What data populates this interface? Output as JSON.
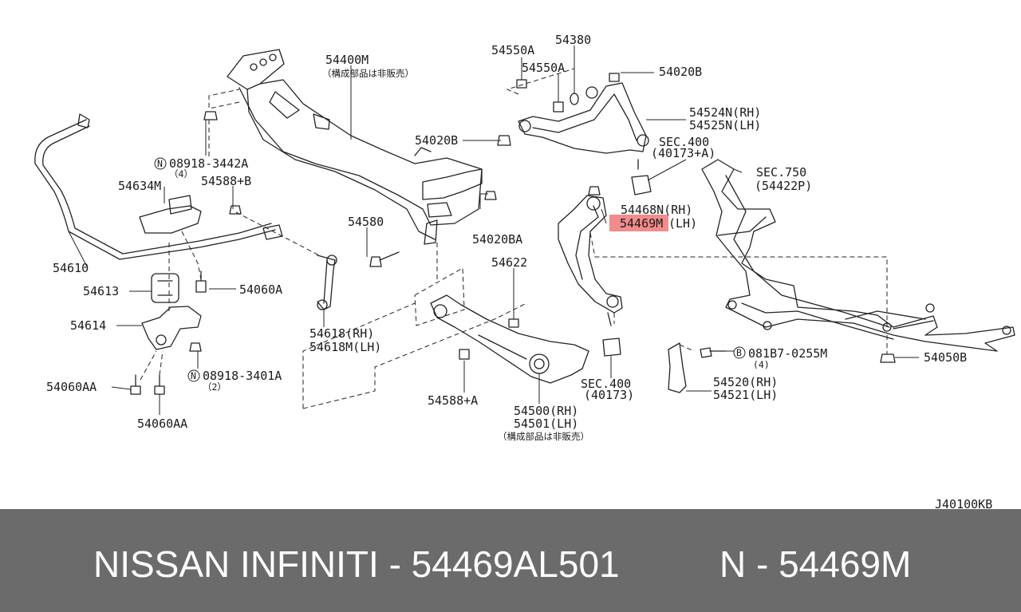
{
  "diagram": {
    "labels": {
      "p54400M": "54400M",
      "p54400M_note": "（構成部品は非販売）",
      "p08918_3442A": "08918-3442A",
      "p08918_3442A_qty": "（4）",
      "p54634M": "54634M",
      "p54588B": "54588+B",
      "p54610": "54610",
      "p54613": "54613",
      "p54060A": "54060A",
      "p54614": "54614",
      "p08918_3401A": "08918-3401A",
      "p08918_3401A_qty": "（2）",
      "p54060AA_1": "54060AA",
      "p54060AA_2": "54060AA",
      "p54618RH": "54618(RH)",
      "p54618MLH": "54618M(LH)",
      "p54580": "54580",
      "p54020BA": "54020BA",
      "p54550A_1": "54550A",
      "p54550A_2": "54550A",
      "p54380": "54380",
      "p54020B_1": "54020B",
      "p54020B_2": "54020B",
      "p54524N": "54524N(RH)",
      "p54525N": "54525N(LH)",
      "sec400_a": "SEC.400",
      "sec400_a_ref": "(40173+A)",
      "sec750": "SEC.750",
      "sec750_ref": "(54422P)",
      "p54468N": "54468N(RH)",
      "p54469M": "54469M",
      "p54469M_side": "(LH)",
      "p54622": "54622",
      "p54588A": "54588+A",
      "p54500": "54500(RH)",
      "p54501": "54501(LH)",
      "p54500_note": "（構成部品は非販売）",
      "sec400_b": "SEC.400",
      "sec400_b_ref": "(40173)",
      "p081B7": "081B7-0255M",
      "p081B7_qty": "(4)",
      "p54520": "54520(RH)",
      "p54521": "54521(LH)",
      "p54050B": "54050B",
      "ref_code": "J40100KB",
      "circle_n1": "N",
      "circle_n2": "N",
      "circle_b": "B"
    },
    "highlight_color": "#f28b8b"
  },
  "footer": {
    "brand_text": "NISSAN  INFINITI - 54469AL501",
    "part_text": "N - 54469M",
    "background": "#6b6b6b"
  }
}
